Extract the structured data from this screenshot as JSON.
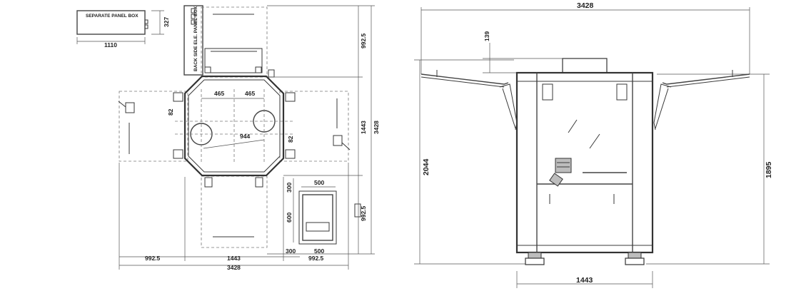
{
  "labels": {
    "separate_panel_box": "SEPARATE PANEL BOX",
    "back_side_panel_box": "BACK SIDE ELE. PANEL BOX"
  },
  "dimensions": {
    "panel_box_width": "1110",
    "panel_box_height": "327",
    "top_right_vertical_upper": "992.5",
    "top_right_vertical_middle": "1443",
    "top_right_vertical_total": "3428",
    "top_right_vertical_lower": "992.5",
    "top_spacing_left": "465",
    "top_spacing_right": "465",
    "left_offset_82": "82",
    "right_offset_82": "82",
    "diagonal_944": "944",
    "bottom_left_992": "992.5",
    "bottom_middle_1443": "1443",
    "bottom_total_3428": "3428",
    "small_box_width_500": "500",
    "small_box_300_vertical": "300",
    "small_box_600_vertical": "600",
    "small_box_300_horizontal": "300",
    "small_box_500_bottom": "500",
    "small_box_992_bottom": "992.5",
    "front_overall_width": "3428",
    "front_top_139": "139",
    "front_height_2044": "2044",
    "front_height_1895": "1895",
    "front_base_width": "1443"
  }
}
